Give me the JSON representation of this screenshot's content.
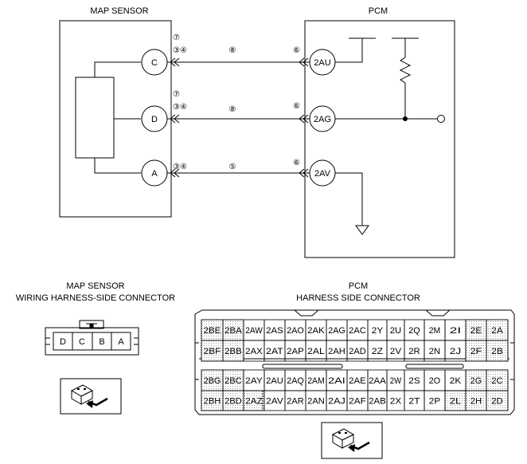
{
  "map_sensor": {
    "title": "MAP SENSOR",
    "terminals": [
      "C",
      "D",
      "A"
    ],
    "connector_title_1": "MAP SENSOR",
    "connector_title_2": "WIRING HARNESS-SIDE CONNECTOR",
    "connector_pins": [
      "D",
      "C",
      "B",
      "A"
    ]
  },
  "pcm": {
    "title": "PCM",
    "terminals": [
      "2AU",
      "2AG",
      "2AV"
    ],
    "connector_title_1": "PCM",
    "connector_title_2": "HARNESS SIDE CONNECTOR"
  },
  "wire_marks": {
    "c_top": "⑦",
    "c_mid": "③④",
    "c_wire": "⑧",
    "c_pcm": "⑥",
    "d_top": "⑦",
    "d_mid": "③④",
    "d_wire": "⑧",
    "d_pcm": "⑥",
    "a_mid": "③④",
    "a_wire": "⑤",
    "a_pcm": "⑥"
  },
  "pcm_connector_rows": [
    [
      "2BE",
      "2BA",
      "2AW",
      "2AS",
      "2AO",
      "2AK",
      "2AG",
      "2AC",
      "2Y",
      "2U",
      "2Q",
      "2M",
      "2I",
      "2E",
      "2A"
    ],
    [
      "2BF",
      "2BB",
      "2AX",
      "2AT",
      "2AP",
      "2AL",
      "2AH",
      "2AD",
      "2Z",
      "2V",
      "2R",
      "2N",
      "2J",
      "2F",
      "2B"
    ],
    [
      "2BG",
      "2BC",
      "2AY",
      "2AU",
      "2AQ",
      "2AM",
      "2AI",
      "2AE",
      "2AA",
      "2W",
      "2S",
      "2O",
      "2K",
      "2G",
      "2C"
    ],
    [
      "2BH",
      "2BD",
      "2AZ",
      "2AV",
      "2AR",
      "2AN",
      "2AJ",
      "2AF",
      "2AB",
      "2X",
      "2T",
      "2P",
      "2L",
      "2H",
      "2D"
    ]
  ]
}
